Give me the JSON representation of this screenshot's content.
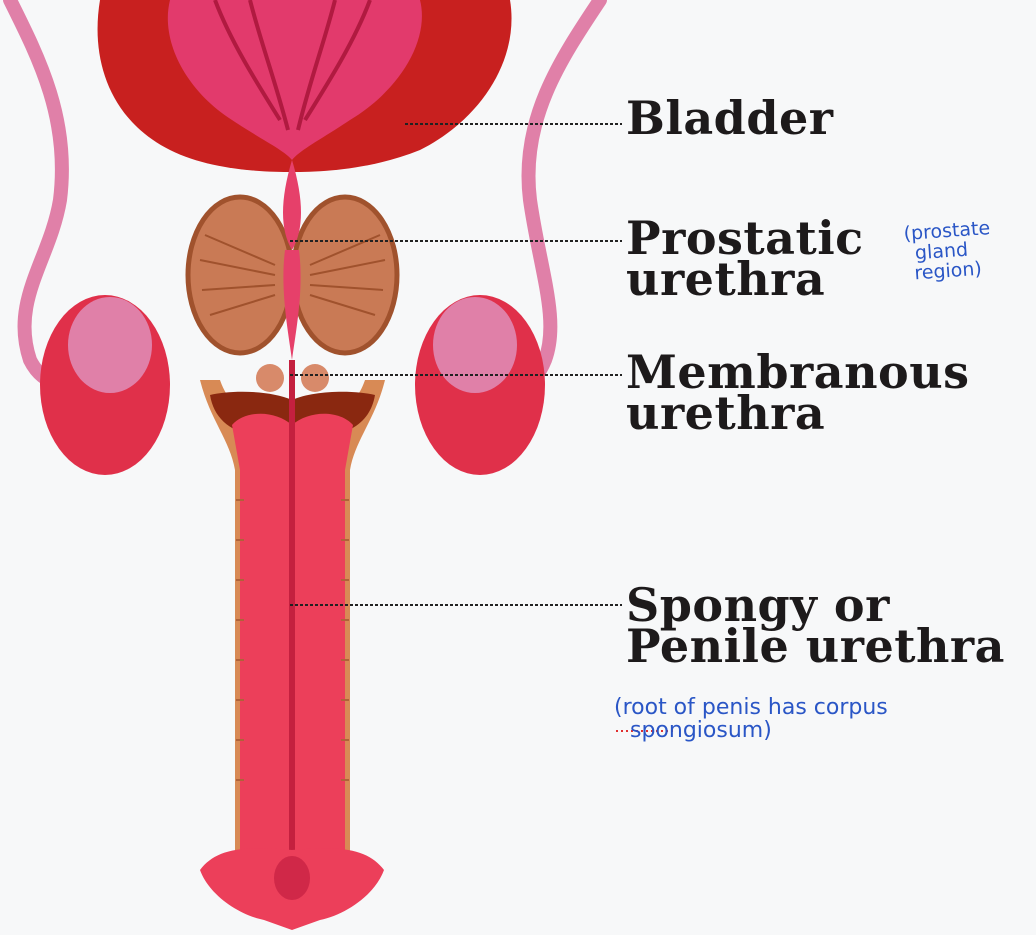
{
  "labels": {
    "bladder": "Bladder",
    "prostatic": [
      "Prostatic",
      "urethra"
    ],
    "membranous": [
      "Membranous",
      "urethra"
    ],
    "spongy": [
      "Spongy or",
      "Penile urethra"
    ]
  },
  "annotations": {
    "prostate_note": [
      "(prostate",
      "gland",
      "region)"
    ],
    "spongy_note": [
      "(root of penis has corpus",
      "spongiosum)"
    ]
  },
  "colors": {
    "bladder": "#c8201f",
    "bladder_inner": "#e6407a",
    "prostate": "#c97a55",
    "testis": "#e0304a",
    "vas_deferens": "#e080a8",
    "penis": "#ec3f5a",
    "corpus_cavernosum": "#d88a55",
    "handwriting": "#2a56c6",
    "leader": "#222222"
  }
}
